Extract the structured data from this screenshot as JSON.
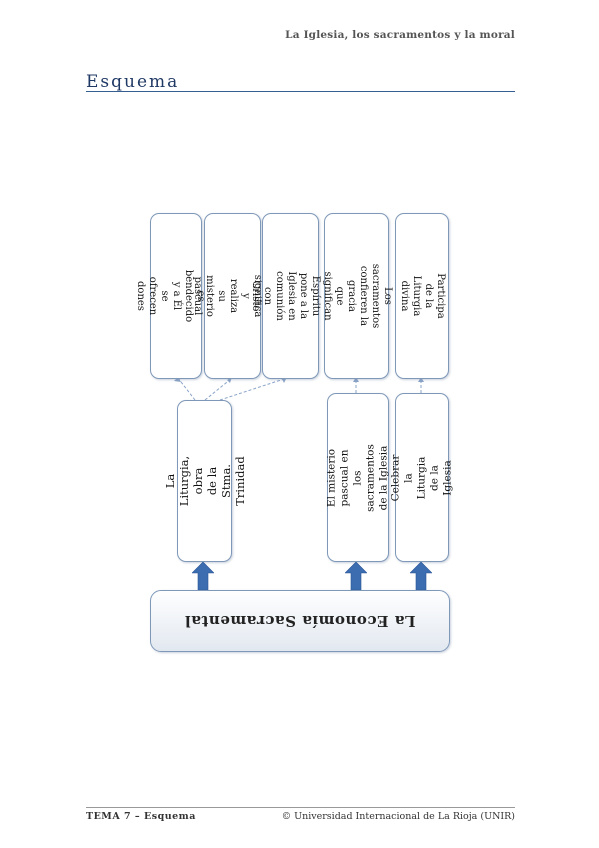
{
  "header": {
    "title": "La Iglesia, los sacramentos y la moral"
  },
  "section": {
    "title": "Esquema"
  },
  "diagram": {
    "root": "La Economía Sacramental",
    "branches": [
      {
        "main": "La Liturgia, obra\nde la Stma. Trinidad",
        "details": [
          "El Padre es\nbendecido y a Él\nse ofrecen dones",
          "Cristo significa\ny realiza\nsu misterio pascual",
          "El Espíritu pone a la\nIglesia en comunión\ncon Cristo"
        ]
      },
      {
        "main": "El misterio pascual en los\nsacramentos de la Iglesia",
        "details": [
          "Los sacramentos\nconfieren la gracia\nque significan"
        ]
      },
      {
        "main": "Celebrar la Liturgia\nde la Iglesia",
        "details": [
          "Participa de la\nLiturgia divina"
        ]
      }
    ],
    "colors": {
      "arrow": "#3b6db0",
      "border": "#7f98b8",
      "connector": "#8aa4c8"
    }
  },
  "footer": {
    "left": "TEMA 7 – Esquema",
    "right": "© Universidad Internacional de La Rioja (UNIR)"
  }
}
